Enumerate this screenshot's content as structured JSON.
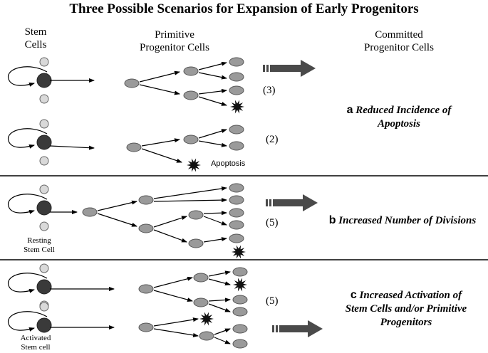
{
  "title": "Three Possible Scenarios for Expansion of  Early Progenitors",
  "column_headers": {
    "stem": [
      "Stem",
      "Cells"
    ],
    "primitive": [
      "Primitive",
      "Progenitor Cells"
    ],
    "committed": [
      "Committed",
      "Progenitor Cells"
    ]
  },
  "counts": [
    "(3)",
    "(2)",
    "(5)",
    "(5)"
  ],
  "apoptosis_label": "Apoptosis",
  "resting_label": [
    "Resting",
    "Stem Cell"
  ],
  "activated_label": [
    "Activated",
    "Stem cell"
  ],
  "scenarios": [
    {
      "letter": "a",
      "text": [
        "Reduced Incidence of",
        "Apoptosis"
      ]
    },
    {
      "letter": "b",
      "text": [
        "Increased Number of Divisions"
      ]
    },
    {
      "letter": "c",
      "text": [
        "Increased Activation of",
        "Stem Cells and/or Primitive",
        "Progenitors"
      ]
    }
  ],
  "colors": {
    "stem_cell": "#3a3a3a",
    "progenitor": "#9a9a9a",
    "quiescent": "#d9d9d9",
    "block_arrow": "#4a4a4a",
    "apoptosis": "#111111"
  }
}
